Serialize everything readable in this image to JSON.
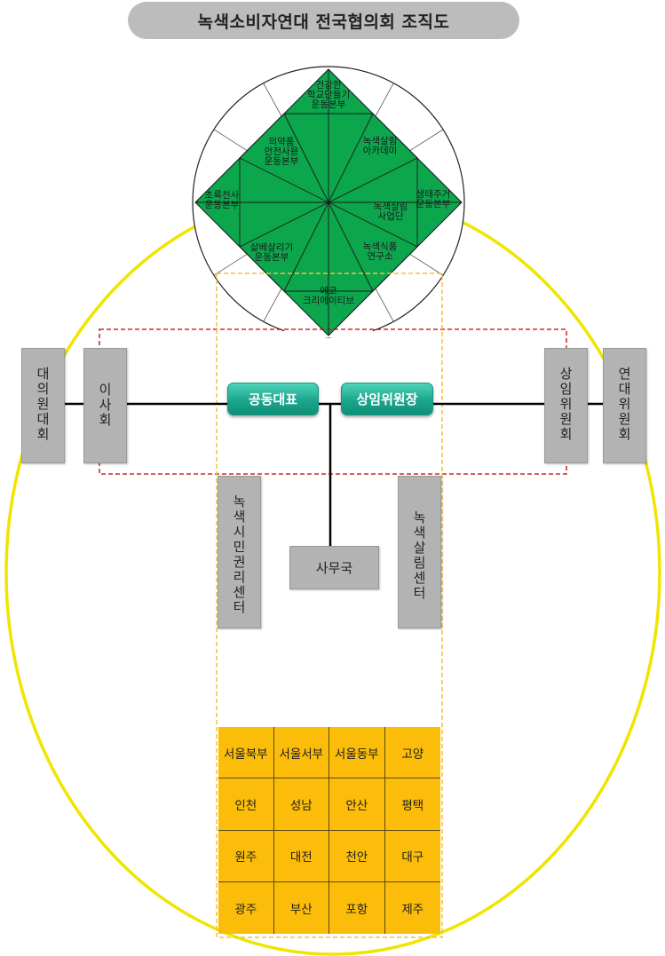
{
  "title": "녹색소비자연대 전국협의회 조직도",
  "diamond": [
    {
      "id": "health-school",
      "lines": [
        "건강한",
        "학교만들기",
        "운동본부"
      ]
    },
    {
      "id": "green-academy",
      "lines": [
        "녹색살림",
        "아카데미"
      ]
    },
    {
      "id": "eco-housing",
      "lines": [
        "생태주거",
        "운동본부"
      ]
    },
    {
      "id": "green-business",
      "lines": [
        "녹색살림",
        "사업단"
      ]
    },
    {
      "id": "green-food",
      "lines": [
        "녹색식품",
        "연구소"
      ]
    },
    {
      "id": "eco-creative",
      "lines": [
        "에코",
        "크리에이티브"
      ]
    },
    {
      "id": "life-revival",
      "lines": [
        "삶베살리기",
        "운동본부"
      ]
    },
    {
      "id": "green-consumer",
      "lines": [
        "초록천사",
        "운동본부"
      ]
    },
    {
      "id": "drug-safety",
      "lines": [
        "의약품",
        "안전사용",
        "운동본부"
      ]
    }
  ],
  "boxes": {
    "general_assembly": [
      "대",
      "의",
      "원",
      "대",
      "회"
    ],
    "board": [
      "이",
      "사",
      "회"
    ],
    "standing_committee": [
      "상",
      "임",
      "위",
      "원",
      "회"
    ],
    "solidarity_committee": [
      "연",
      "대",
      "위",
      "원",
      "회"
    ],
    "citizen_rights": [
      "녹",
      "색",
      "시",
      "민",
      "권",
      "리",
      "센",
      "터"
    ],
    "green_living": [
      "녹",
      "색",
      "살",
      "림",
      "센",
      "터"
    ]
  },
  "co_representative": "공동대표",
  "standing_chair": "상임위원장",
  "secretariat": "사무국",
  "branches": [
    "서울북부",
    "서울서부",
    "서울동부",
    "고양",
    "인천",
    "성남",
    "안산",
    "평택",
    "원주",
    "대전",
    "천안",
    "대구",
    "광주",
    "부산",
    "포항",
    "제주"
  ],
  "colors": {
    "ellipse": "#f0e500",
    "diamond": "#0ca64d",
    "grid": "#fbbd0a",
    "dash_red": "#c00000",
    "dash_orange": "#f0c040",
    "box": "#b3b3b3"
  }
}
